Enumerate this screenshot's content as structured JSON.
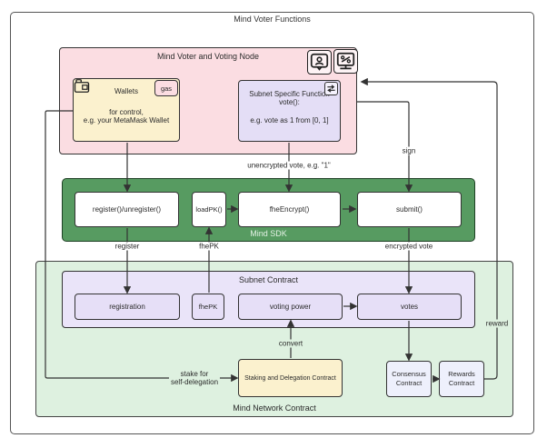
{
  "diagram_title": "Mind Voter Functions",
  "voter_node": {
    "title": "Mind Voter and Voting Node",
    "icons": {
      "person": "person-badge-icon",
      "percent": "percent-monitor-icon"
    },
    "wallets": {
      "icon": "wallet-icon",
      "badge": "gas",
      "title": "Wallets",
      "line1": "for control,",
      "line2": "e.g. your MetaMask Wallet"
    },
    "subnet_function": {
      "icon": "swap-arrows-icon",
      "line1": "Subnet Specific Function",
      "line2": "vote():",
      "line3": "e.g. vote as 1 from [0, 1]"
    }
  },
  "sdk": {
    "title": "Mind SDK",
    "register": "register()/unregister()",
    "loadpk": "loadPK()",
    "fheencrypt": "fheEncrypt()",
    "submit": "submit()"
  },
  "network_contract": {
    "title": "Mind Network Contract",
    "subnet_contract": {
      "title": "Subnet Contract",
      "registration": "registration",
      "fhepk": "fhePK",
      "voting_power": "voting power",
      "votes": "votes"
    },
    "staking": "Staking and Delegation Contract",
    "consensus": {
      "line1": "Consensus",
      "line2": "Contract"
    },
    "rewards": {
      "line1": "Rewards",
      "line2": "Contract"
    }
  },
  "edges": {
    "unencrypted": "unencrypted vote, e.g. \"1\"",
    "sign": "sign",
    "register": "register",
    "fhepk": "fhePK",
    "encrypted": "encrypted vote",
    "convert": "convert",
    "stake_line1": "stake for",
    "stake_line2": "self-delegation",
    "reward": "reward"
  },
  "colors": {
    "pink": "#fbdde2",
    "cream": "#fbf1ce",
    "lavender": "#e4def6",
    "lavender_light": "#eae4f9",
    "green": "#579b61",
    "green_dark_border": "#1e4024",
    "light_green": "#def1e0",
    "periwinkle": "#eef0fc",
    "line": "#333333"
  }
}
